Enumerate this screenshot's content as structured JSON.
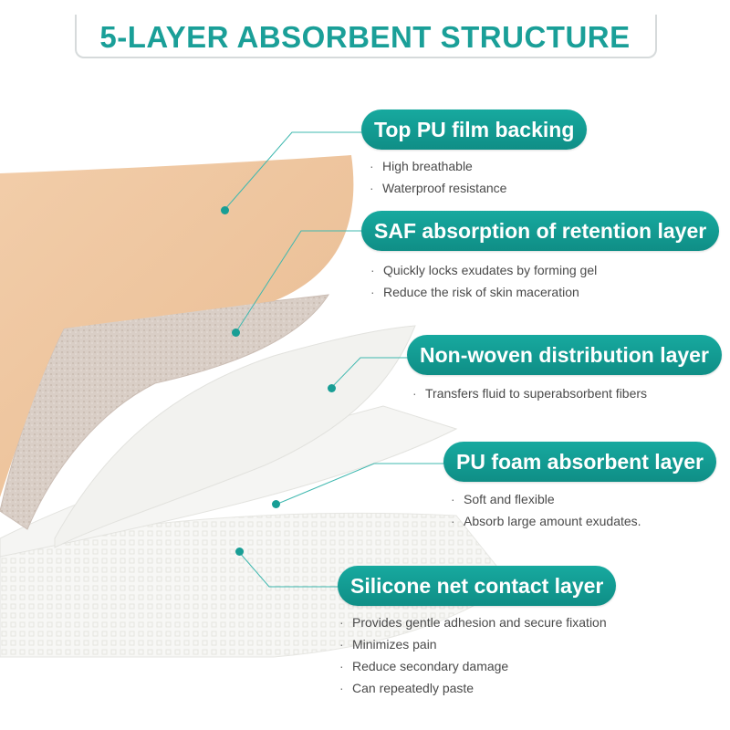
{
  "title": "5-LAYER ABSORBENT STRUCTURE",
  "colors": {
    "accent": "#17a49b",
    "film": "#f0c9a4",
    "saf": "#d8ccc4",
    "white_layer": "#f4f4f2"
  },
  "layers": [
    {
      "label": "Top  PU film backing",
      "bullets": [
        "High breathable",
        "Waterproof resistance"
      ]
    },
    {
      "label": "SAF absorption of retention layer",
      "bullets": [
        "Quickly locks exudates by forming gel",
        "Reduce the risk of skin maceration"
      ]
    },
    {
      "label": "Non-woven distribution layer",
      "bullets": [
        "Transfers fluid to superabsorbent fibers"
      ]
    },
    {
      "label": "PU foam absorbent layer",
      "bullets": [
        "Soft and flexible",
        "Absorb large amount exudates."
      ]
    },
    {
      "label": "Silicone net contact layer",
      "bullets": [
        "Provides gentle adhesion and secure fixation",
        "Minimizes pain",
        "Reduce secondary damage",
        "Can repeatedly paste"
      ]
    }
  ]
}
